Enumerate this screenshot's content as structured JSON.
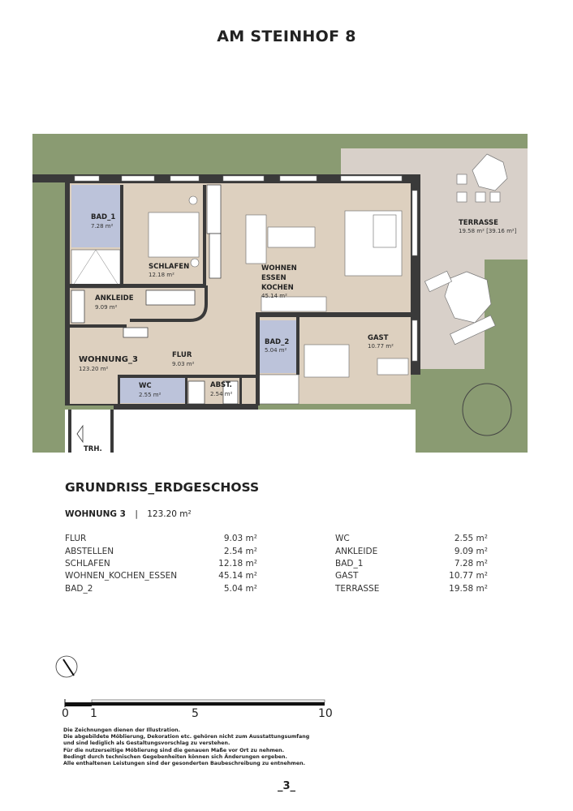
{
  "header": {
    "title": "AM STEINHOF 8"
  },
  "plan": {
    "rooms": {
      "bad1": {
        "name": "BAD_1",
        "area": "7.28 m²"
      },
      "schlafen": {
        "name": "SCHLAFEN",
        "area": "12.18 m²"
      },
      "wohnen": {
        "name1": "WOHNEN",
        "name2": "ESSEN",
        "name3": "KOCHEN",
        "area": "45.14 m²"
      },
      "terrasse": {
        "name": "TERRASSE",
        "area": "19.58 m² [39.16 m²]"
      },
      "ankleide": {
        "name": "ANKLEIDE",
        "area": "9.09 m²"
      },
      "bad2": {
        "name": "BAD_2",
        "area": "5.04 m²"
      },
      "gast": {
        "name": "GAST",
        "area": "10.77 m²"
      },
      "wohnung": {
        "name": "WOHNUNG_3",
        "area": "123.20 m²"
      },
      "flur": {
        "name": "FLUR",
        "area": "9.03 m²"
      },
      "wc": {
        "name": "WC",
        "area": "2.55 m²"
      },
      "abst": {
        "name": "ABST.",
        "area": "2.54 m²"
      },
      "trh": {
        "name": "TRH."
      }
    },
    "colors": {
      "grass": "#8a9b72",
      "terrace": "#d8d0c9",
      "interior": "#ddd0bf",
      "bath": "#bcc3da",
      "wall": "#3a3a3a"
    }
  },
  "section": {
    "title": "GRUNDRISS_ERDGESCHOSS",
    "unit_name": "WOHNUNG 3",
    "separator": "|",
    "unit_area": "123.20 m²",
    "left_rows": [
      {
        "label": "FLUR",
        "value": "9.03 m²"
      },
      {
        "label": "ABSTELLEN",
        "value": "2.54 m²"
      },
      {
        "label": "SCHLAFEN",
        "value": "12.18 m²"
      },
      {
        "label": "WOHNEN_KOCHEN_ESSEN",
        "value": "45.14 m²"
      },
      {
        "label": "BAD_2",
        "value": "5.04 m²"
      }
    ],
    "right_rows": [
      {
        "label": "WC",
        "value": "2.55 m²"
      },
      {
        "label": "ANKLEIDE",
        "value": "9.09 m²"
      },
      {
        "label": "BAD_1",
        "value": "7.28 m²"
      },
      {
        "label": "GAST",
        "value": "10.77 m²"
      },
      {
        "label": "TERRASSE",
        "value": "19.58 m²"
      }
    ]
  },
  "scale": {
    "ticks": [
      "0",
      "1",
      "5",
      "10"
    ]
  },
  "disclaimer": [
    "Die Zeichnungen dienen der Illustration.",
    "Die abgebildete Möblierung, Dekoration etc. gehören nicht zum Ausstattungsumfang",
    "und sind lediglich als Gestaltungsvorschlag zu verstehen.",
    "Für die nutzerseitige Möblierung sind die genauen Maße vor Ort zu nehmen.",
    "Bedingt durch technischen Gegebenheiten können sich Änderungen ergeben.",
    "Alle enthaltenen Leistungen sind der gesonderten Baubeschreibung zu entnehmen."
  ],
  "footer": {
    "page": "_3_"
  }
}
